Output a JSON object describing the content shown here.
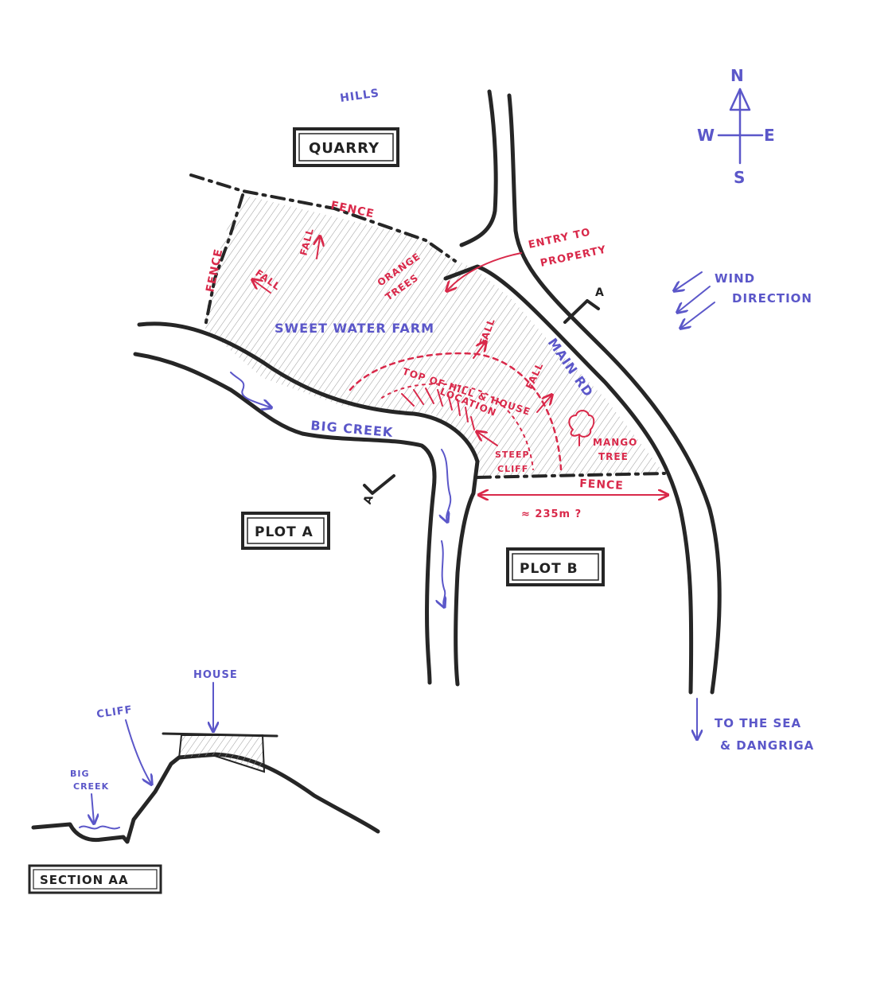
{
  "labels": {
    "hills": "HILLS",
    "quarry": "QUARRY",
    "fence_top": "FENCE",
    "fence_left": "FENCE",
    "fence_bottom": "FENCE",
    "fall_1": "FALL",
    "fall_2": "FALL",
    "fall_3": "FALL",
    "fall_4": "FALL",
    "orange_trees_1": "ORANGE",
    "orange_trees_2": "TREES",
    "entry_1": "ENTRY TO",
    "entry_2": "PROPERTY",
    "farm_name": "SWEET WATER FARM",
    "top_of_hill_1": "TOP OF HILL & HOUSE",
    "top_of_hill_2": "LOCATION",
    "steep_cliff_1": "STEEP",
    "steep_cliff_2": "CLIFF",
    "mango_1": "MANGO",
    "mango_2": "TREE",
    "big_creek": "BIG CREEK",
    "main_road": "MAIN RD",
    "distance": "≈ 235m ?",
    "plot_a": "PLOT A",
    "plot_b": "PLOT B",
    "section_marker_a1": "A",
    "section_marker_a2": "A",
    "wind_1": "WIND",
    "wind_2": "DIRECTION",
    "compass_n": "N",
    "compass_s": "S",
    "compass_e": "E",
    "compass_w": "W",
    "to_sea_1": "TO THE SEA",
    "to_sea_2": "& DANGRIGA",
    "section_house": "HOUSE",
    "section_cliff": "CLIFF",
    "section_creek_1": "BIG",
    "section_creek_2": "CREEK",
    "section_title": "SECTION AA"
  },
  "colors": {
    "ink": "#262626",
    "blue_pen": "#5b57c9",
    "red_pen": "#d9294a"
  }
}
